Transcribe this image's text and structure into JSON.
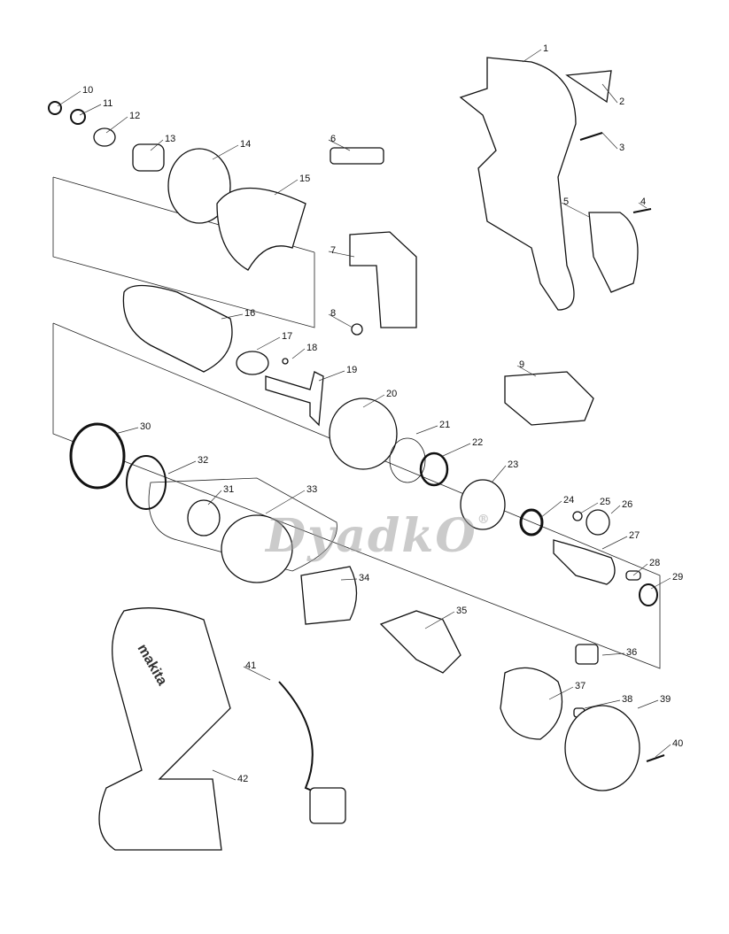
{
  "diagram": {
    "type": "exploded-parts-diagram",
    "part_numbers": [
      "1",
      "2",
      "3",
      "4",
      "5",
      "6",
      "7",
      "8",
      "9",
      "10",
      "11",
      "12",
      "13",
      "14",
      "15",
      "16",
      "17",
      "18",
      "19",
      "20",
      "21",
      "22",
      "23",
      "24",
      "25",
      "26",
      "27",
      "28",
      "29",
      "30",
      "31",
      "32",
      "33",
      "34",
      "35",
      "36",
      "37",
      "38",
      "39",
      "40",
      "41",
      "42"
    ],
    "housing_logo": "makita",
    "watermark": "DyadkO",
    "watermark_mark": "®"
  }
}
